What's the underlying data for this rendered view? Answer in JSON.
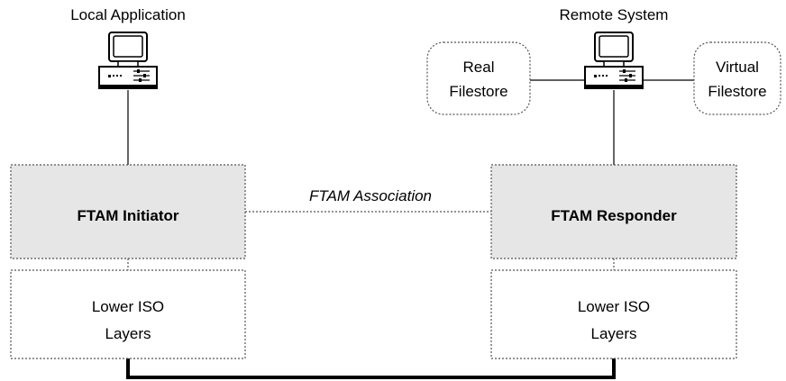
{
  "local": {
    "caption": "Local Application",
    "initiator": "FTAM Initiator",
    "lower": [
      "Lower ISO",
      "Layers"
    ]
  },
  "remote": {
    "caption": "Remote System",
    "responder": "FTAM Responder",
    "lower": [
      "Lower ISO",
      "Layers"
    ],
    "real_filestore": [
      "Real",
      "Filestore"
    ],
    "virtual_filestore": [
      "Virtual",
      "Filestore"
    ]
  },
  "association": "FTAM Association",
  "colors": {
    "protocol_box_fill": "#e6e6e6",
    "box_border": "#555555",
    "line": "#000000"
  }
}
